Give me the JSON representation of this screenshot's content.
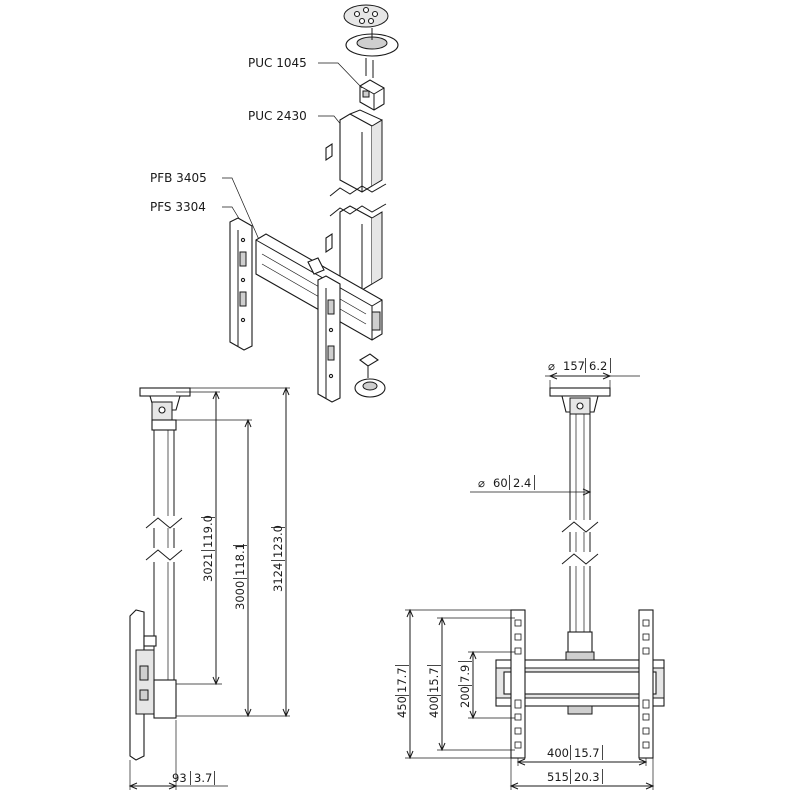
{
  "labels": {
    "puc1045": "PUC 1045",
    "puc2430": "PUC 2430",
    "pfb3405": "PFB 3405",
    "pfs3304": "PFS 3304"
  },
  "dimensions": {
    "d3021": "3021",
    "d3021_in": "119.0",
    "d3000": "3000",
    "d3000_in": "118.1",
    "d3124": "3124",
    "d3124_in": "123.0",
    "d93": "93",
    "d93_in": "3.7",
    "phi157": "157",
    "phi157_in": "6.2",
    "phi60": "60",
    "phi60_in": "2.4",
    "d450": "450",
    "d450_in": "17.7",
    "d400v": "400",
    "d400v_in": "15.7",
    "d200": "200",
    "d200_in": "7.9",
    "d400h": "400",
    "d400h_in": "15.7",
    "d515": "515",
    "d515_in": "20.3"
  },
  "symbols": {
    "diameter": "⌀"
  }
}
